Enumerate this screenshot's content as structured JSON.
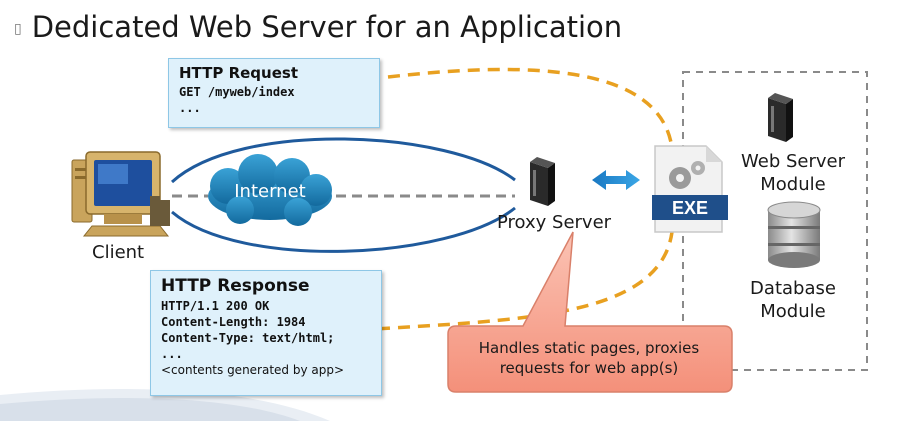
{
  "title": "Dedicated Web Server for an Application",
  "title_bullet": "▯",
  "request_box": {
    "heading": "HTTP Request",
    "line1": "GET /myweb/index",
    "line2": "..."
  },
  "response_box": {
    "heading": "HTTP Response",
    "line1": "HTTP/1.1 200 OK",
    "line2": "Content-Length: 1984",
    "line3": "Content-Type: text/html;",
    "line4": "...",
    "line5": "<contents generated by app>"
  },
  "labels": {
    "client": "Client",
    "internet": "Internet",
    "proxy_server": "Proxy Server",
    "web_server_module": "Web Server Module",
    "database_module": "Database Module",
    "exe_badge": "EXE"
  },
  "callout": "Handles static pages, proxies requests for web app(s)",
  "colors": {
    "dashed_orange": "#e8a020",
    "curve_blue": "#1f5a9c",
    "cloud_blue": "#1d7fb8",
    "note_fill": "#dff1fb",
    "callout_fill": "#f7a996",
    "module_border": "#888888"
  }
}
